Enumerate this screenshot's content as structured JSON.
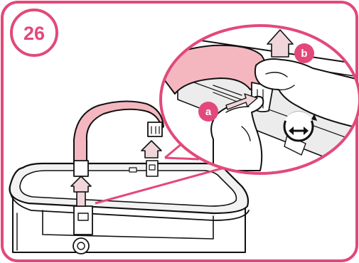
{
  "step": {
    "number": "26"
  },
  "callouts": [
    {
      "letter": "a"
    },
    {
      "letter": "b"
    }
  ],
  "icons": {
    "rotate": "rotate-direction-icon",
    "arrow": "up-arrow-icon"
  },
  "colors": {
    "frame": "#e2497a",
    "accent_pink": "#f7c5cc",
    "handle_pink": "#f4b7c0",
    "arrow_pink": "#f0d6da",
    "line": "#111111"
  }
}
